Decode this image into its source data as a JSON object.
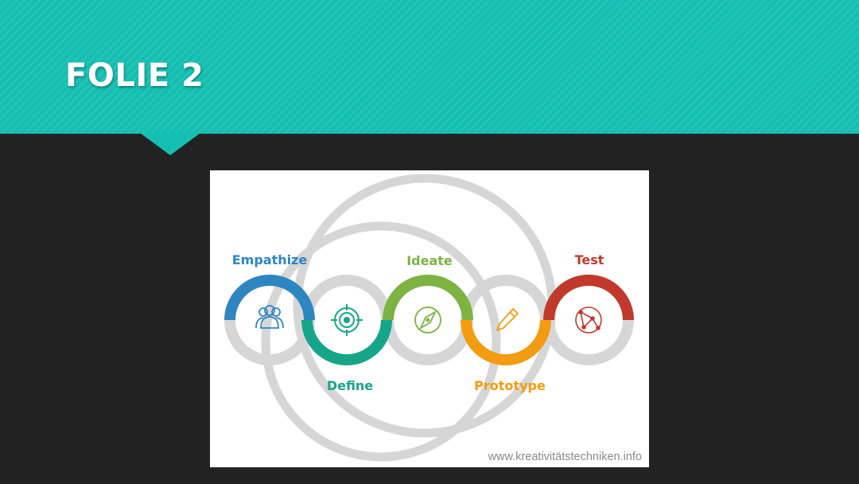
{
  "slide": {
    "title": "FOLIE 2",
    "header_color": "#14bfb1",
    "background_color": "#222222"
  },
  "diagram": {
    "stages": [
      {
        "label": "Empathize",
        "color": "#2e86c1",
        "icon": "people-icon"
      },
      {
        "label": "Define",
        "color": "#17a589",
        "icon": "target-icon"
      },
      {
        "label": "Ideate",
        "color": "#7cb342",
        "icon": "compass-icon"
      },
      {
        "label": "Prototype",
        "color": "#f39c12",
        "icon": "pencil-icon"
      },
      {
        "label": "Test",
        "color": "#c0392b",
        "icon": "globe-icon"
      }
    ],
    "watermark": "www.kreativitätstechniken.info"
  }
}
